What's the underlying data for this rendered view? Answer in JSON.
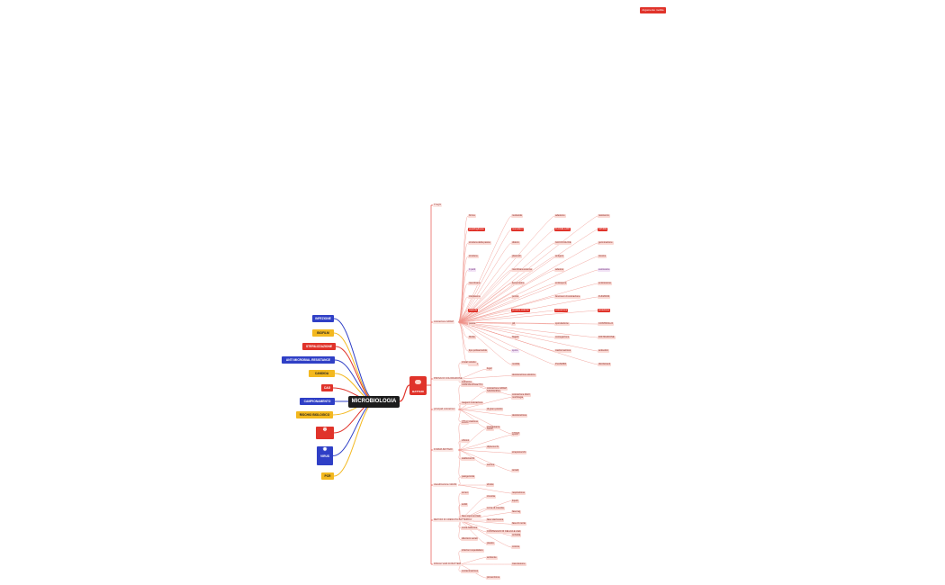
{
  "tag_label": "Argomento mobile",
  "root": "MICROBIOLOGIA",
  "left_topics": [
    {
      "label": "INFEZIONE",
      "color": "blue"
    },
    {
      "label": "BIOFILM",
      "color": "yellow"
    },
    {
      "label": "STERILIZZAZIONE",
      "color": "red"
    },
    {
      "label": "ANTI MICROBIAL RESISTANCE",
      "color": "blue"
    },
    {
      "label": "CANDIDA",
      "color": "yellow"
    },
    {
      "label": "CAG",
      "color": "red"
    },
    {
      "label": "CAMPIONAMENTO",
      "color": "blue"
    },
    {
      "label": "RISCHIO BIOLOGICO",
      "color": "yellow"
    },
    {
      "label": "",
      "color": "red",
      "icon": "snowflake-icon"
    },
    {
      "label": "VIRUS",
      "color": "blue",
      "icon": "virus-icon"
    },
    {
      "label": "PCR",
      "color": "yellow"
    }
  ],
  "right_topic": {
    "label": "BATTERI",
    "icon": "bacteria-icon"
  },
  "branches": [
    {
      "label": "3 regni"
    },
    {
      "label": "colorazione GRAM",
      "items": [
        "forma",
        "peptidoglicano",
        "struttura della parete",
        "struttura",
        "4 parti",
        "membrana",
        "citoplasma",
        "capsula",
        "parete",
        "fibrille",
        "lipo-polisaccaride",
        "ribosomi",
        "nucleoide",
        "monoderm",
        "diderm",
        "plasmidi",
        "membrana esterna",
        "lipoproteine",
        "porine",
        "proteine esterne",
        "pili",
        "flagelli",
        "spore",
        "motilità",
        "adesione",
        "FLAGELLARI",
        "GLICOCALICE",
        "antigeni",
        "adesine",
        "endospore",
        "fenomeni di colorazione",
        "colorazione",
        "sporulazione",
        "coniugazione",
        "trasformazione",
        "PLASMIDI",
        "resistenze",
        "SPORE",
        "germinazione",
        "tossine",
        "esotossine",
        "endotossine",
        "FUNZIONI",
        "protezione",
        "CONTROLLO",
        "DISTRUZIONE",
        "antisettici",
        "disinfettanti"
      ]
    },
    {
      "label": "PROVA DI COLORAZIONE",
      "items": [
        "cristal violetto",
        "lugol",
        "decolorazione alcolica",
        "safranina",
        "colorazione GRAM",
        "colorazione Ziehl"
      ]
    },
    {
      "label": "principali colorazioni",
      "items": [
        "CRISTALVIOLETTO",
        "SAFRANINA",
        "morfologia",
        "reagenti colorazione",
        "di gram positivi",
        "decolorazione",
        "differenziazione",
        "contrastante",
        "GRAM"
      ]
    },
    {
      "label": "FORMA BATTERI",
      "items": [
        "cocchi",
        "bacilli",
        "spirilli",
        "vibrioni",
        "diplococchi",
        "streptococchi",
        "stafilococchi",
        "sarcine",
        "tetradi",
        "coccobacilli"
      ]
    },
    {
      "label": "classificazione GRAM",
      "items": [
        "patogenicità",
        "idrolisi",
        "respirazione"
      ]
    },
    {
      "label": "METODI DI CRESCITA BATTERICA",
      "items": [
        "terreni",
        "crescita",
        "liquidi",
        "solidi",
        "curva di crescita",
        "fase lag",
        "fase esponenziale",
        "fase stazionaria",
        "fase di morte",
        "conta batterica",
        "CONTEGGIO DI CELLULE vitali",
        "torbidità",
        "diluizioni seriali",
        "piastre",
        "colonie"
      ]
    },
    {
      "label": "RISCHI VARI DI BATTERI",
      "items": [
        "infezioni ospedaliere",
        "ambiente",
        "trasmissione",
        "contaminazione",
        "prevenzione"
      ]
    }
  ]
}
